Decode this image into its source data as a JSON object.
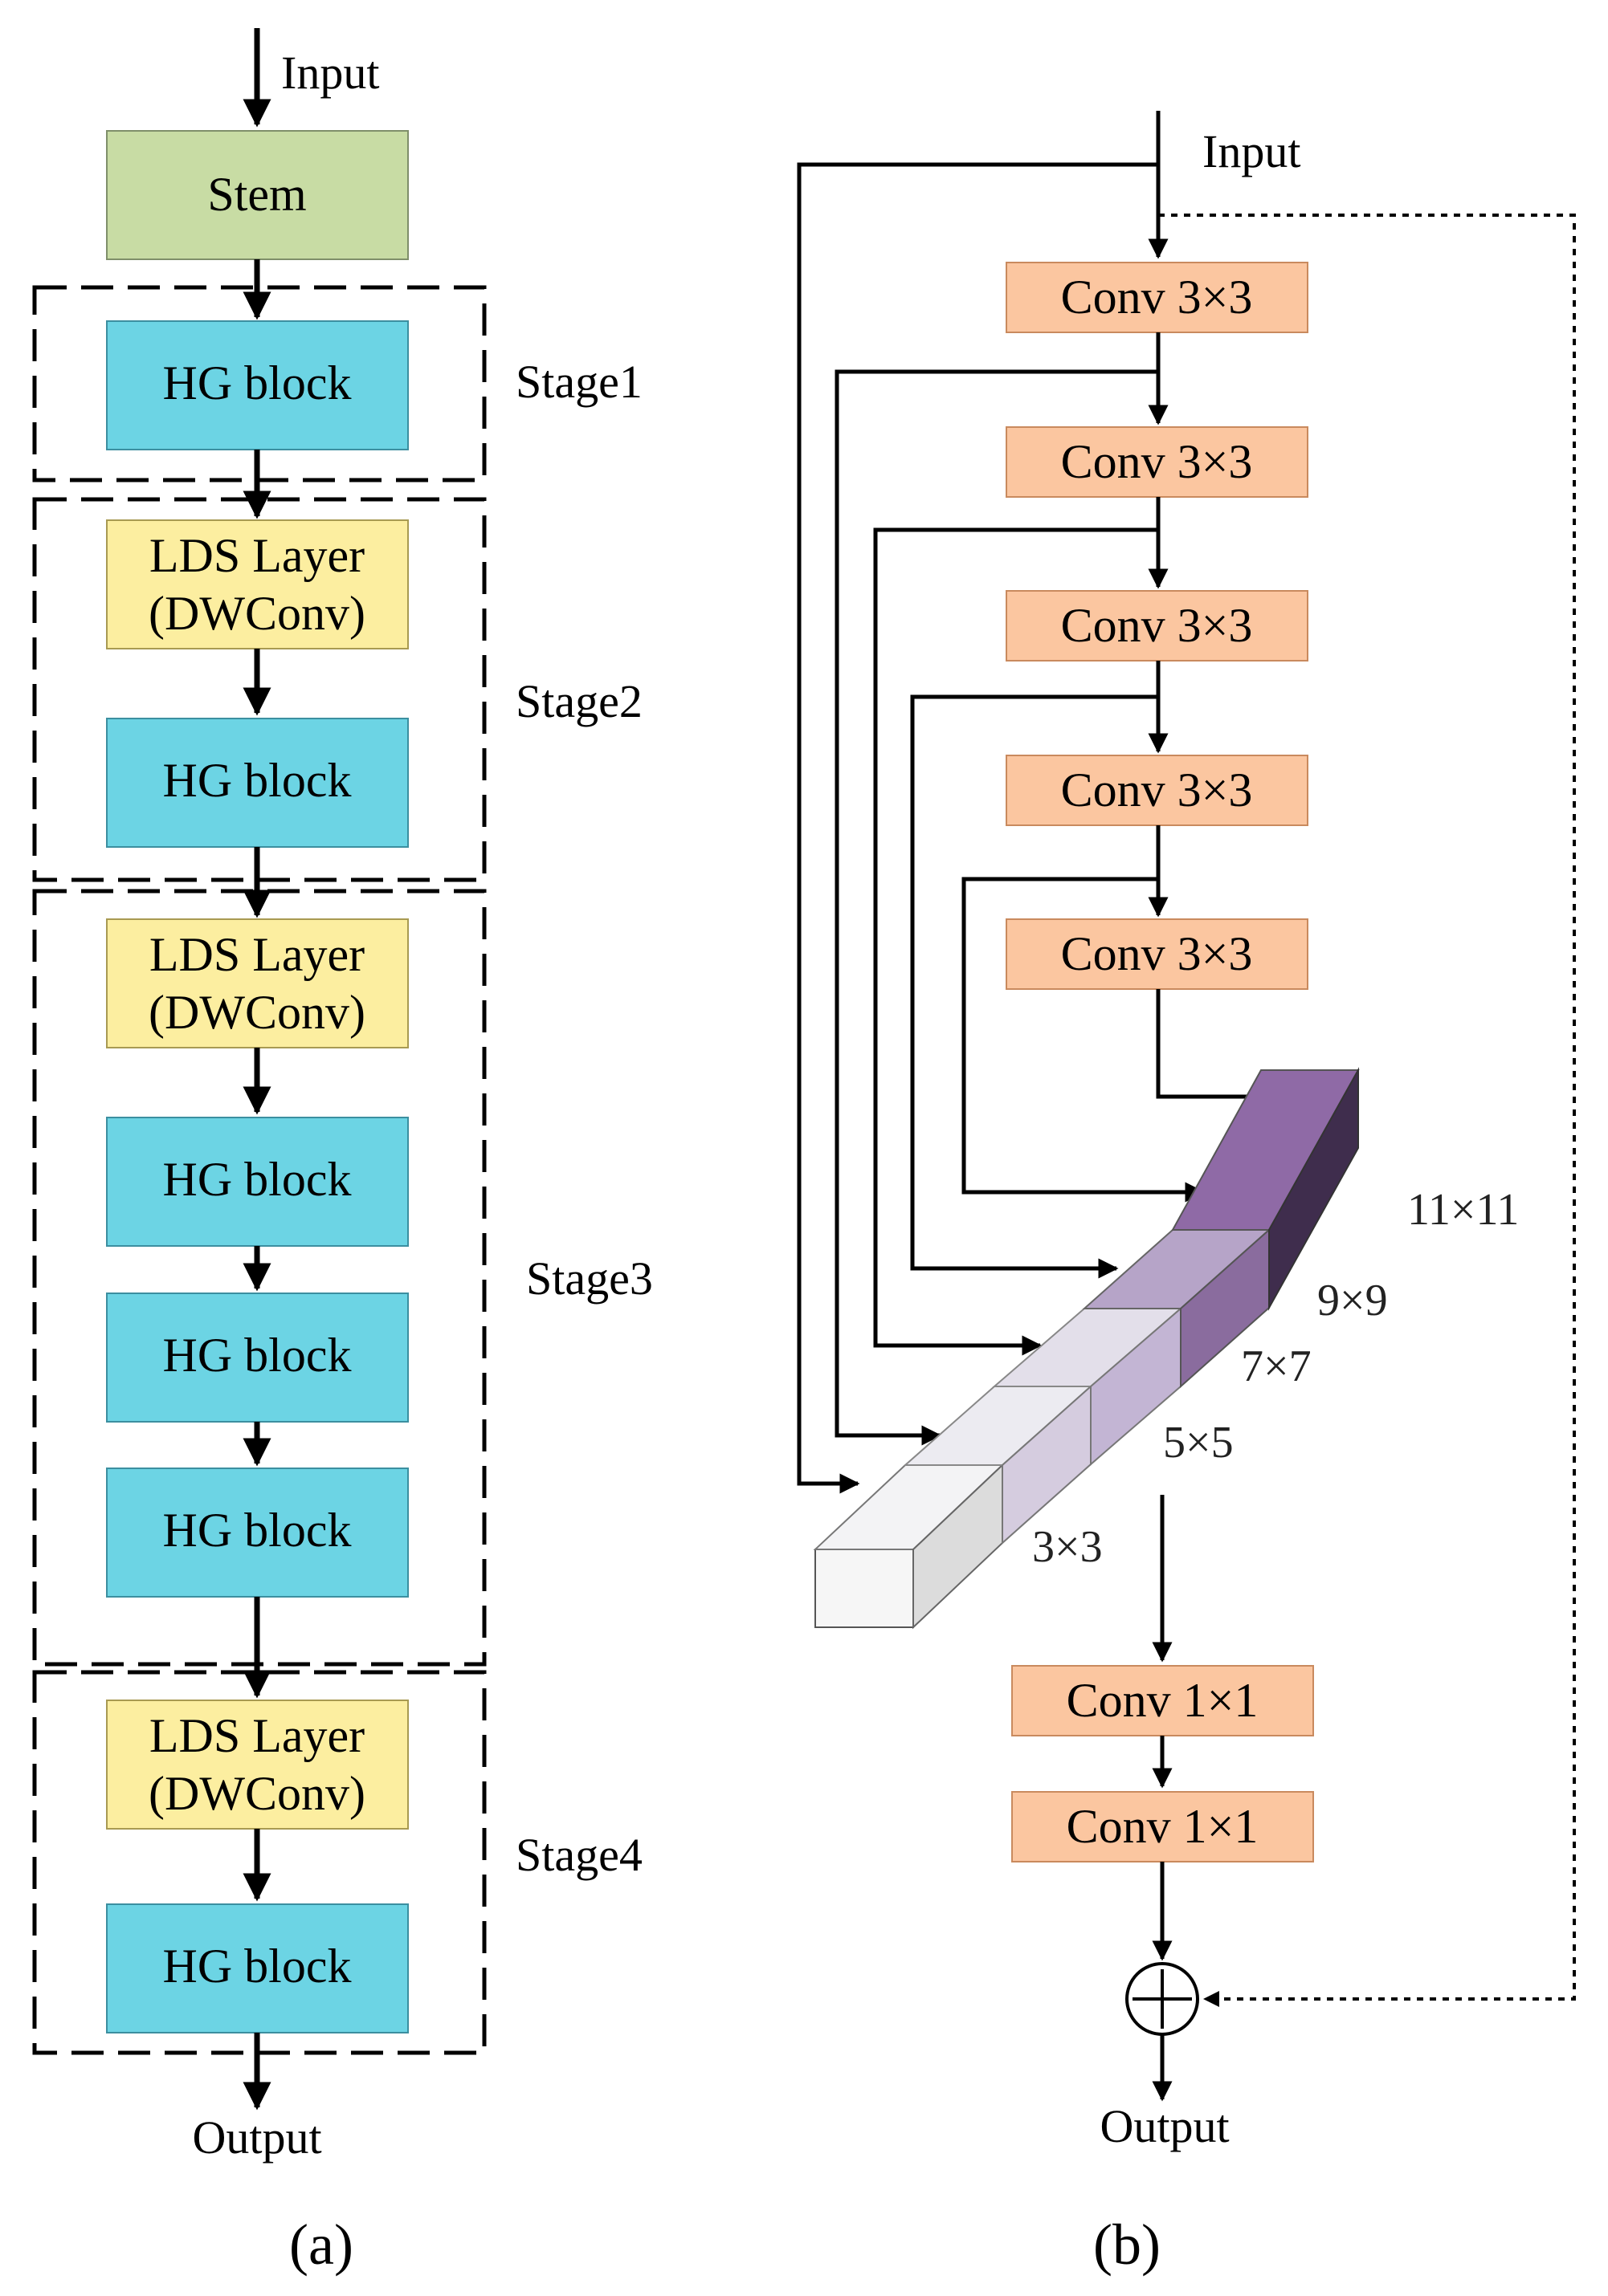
{
  "panel_a": {
    "input_label": "Input",
    "output_label": "Output",
    "caption": "(a)",
    "stem_label": "Stem",
    "colors": {
      "stem": "#c8dca4",
      "hg": "#6cd4e4",
      "lds": "#fceea0"
    },
    "stages": [
      {
        "label": "Stage1",
        "blocks": [
          {
            "line1": "HG block"
          }
        ]
      },
      {
        "label": "Stage2",
        "blocks": [
          {
            "line1": "LDS Layer",
            "line2": "(DWConv)"
          },
          {
            "line1": "HG block"
          }
        ]
      },
      {
        "label": "Stage3",
        "blocks": [
          {
            "line1": "LDS Layer",
            "line2": "(DWConv)"
          },
          {
            "line1": "HG block"
          },
          {
            "line1": "HG block"
          },
          {
            "line1": "HG block"
          }
        ]
      },
      {
        "label": "Stage4",
        "blocks": [
          {
            "line1": "LDS Layer",
            "line2": "(DWConv)"
          },
          {
            "line1": "HG block"
          }
        ]
      }
    ]
  },
  "panel_b": {
    "input_label": "Input",
    "output_label": "Output",
    "caption": "(b)",
    "conv3": [
      "Conv 3×3",
      "Conv 3×3",
      "Conv 3×3",
      "Conv 3×3",
      "Conv 3×3"
    ],
    "conv1": [
      "Conv 1×1",
      "Conv 1×1"
    ],
    "kernels": [
      "3×3",
      "5×5",
      "7×7",
      "9×9",
      "11×11"
    ],
    "sum_symbol": "+",
    "colors": {
      "conv": "#fbc6a0",
      "conv_border": "#c98a5e"
    }
  }
}
